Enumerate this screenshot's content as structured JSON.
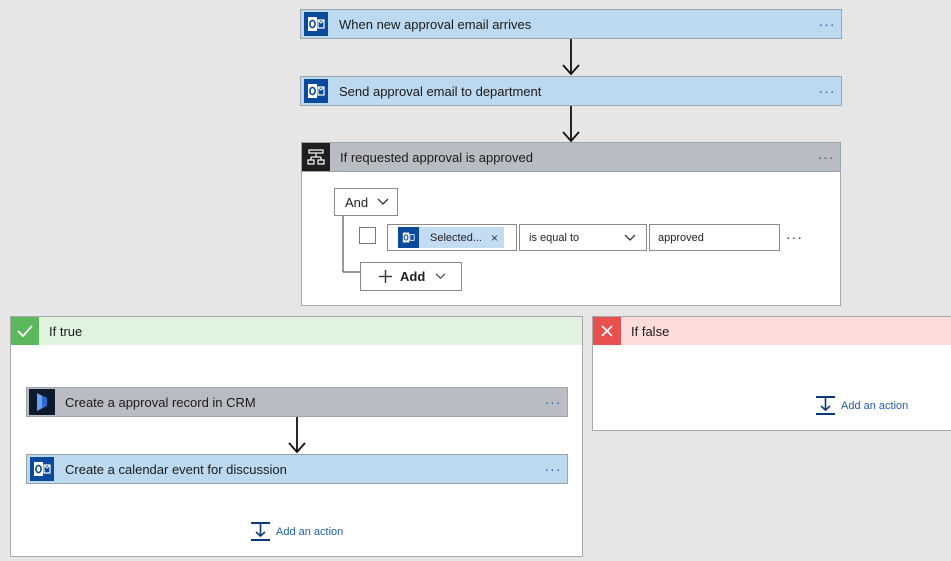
{
  "flow": {
    "trigger": {
      "title": "When new approval email arrives",
      "icon": "outlook-icon",
      "more": "···"
    },
    "step1": {
      "title": "Send approval email to department",
      "icon": "outlook-icon",
      "more": "···"
    },
    "condition": {
      "title": "If requested approval is approved",
      "icon": "condition-icon",
      "more": "···",
      "operator_label": "And",
      "row": {
        "token_label": "Selected...",
        "token_remove": "×",
        "comparison": "is equal to",
        "value": "approved",
        "more": "···"
      },
      "add_label": "Add"
    },
    "if_true": {
      "label": "If true",
      "actions": [
        {
          "title": "Create a approval record in CRM",
          "icon": "dynamics-crm-icon",
          "more": "···"
        },
        {
          "title": "Create a calendar event for discussion",
          "icon": "outlook-icon",
          "more": "···"
        }
      ],
      "add_action": "Add an action"
    },
    "if_false": {
      "label": "If false",
      "add_action": "Add an action"
    }
  },
  "colors": {
    "canvas": "#e6e6e6",
    "card_blue": "#bcd9ef",
    "card_gray": "#b9bcc2",
    "outlook": "#0a4a9a",
    "true_header": "#dff3df",
    "true_icon_bg": "#5cb85c",
    "false_header": "#fddcdc",
    "false_icon_bg": "#e85050",
    "link": "#1f5fa8"
  }
}
